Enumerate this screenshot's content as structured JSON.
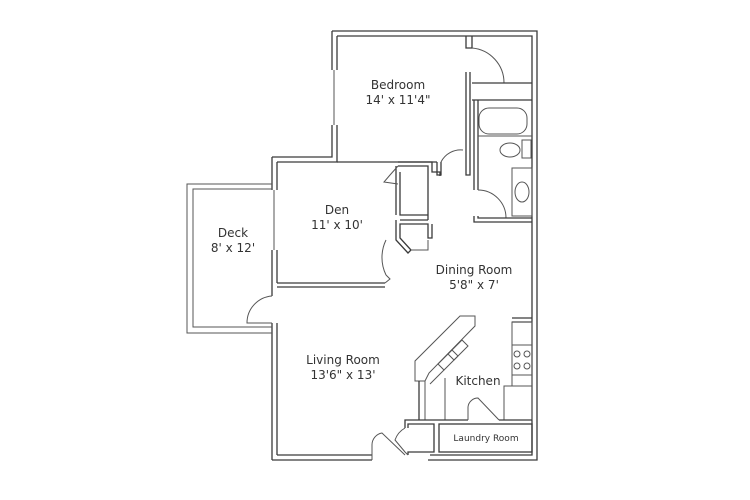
{
  "floorplan": {
    "rooms": [
      {
        "id": "bedroom",
        "name": "Bedroom",
        "dims": "14' x 11'4\""
      },
      {
        "id": "den",
        "name": "Den",
        "dims": "11' x 10'"
      },
      {
        "id": "deck",
        "name": "Deck",
        "dims": "8' x 12'"
      },
      {
        "id": "dining",
        "name": "Dining Room",
        "dims": "5'8\" x 7'"
      },
      {
        "id": "living",
        "name": "Living Room",
        "dims": "13'6\" x 13'"
      },
      {
        "id": "kitchen",
        "name": "Kitchen",
        "dims": ""
      },
      {
        "id": "laundry",
        "name": "Laundry Room",
        "dims": ""
      }
    ]
  }
}
